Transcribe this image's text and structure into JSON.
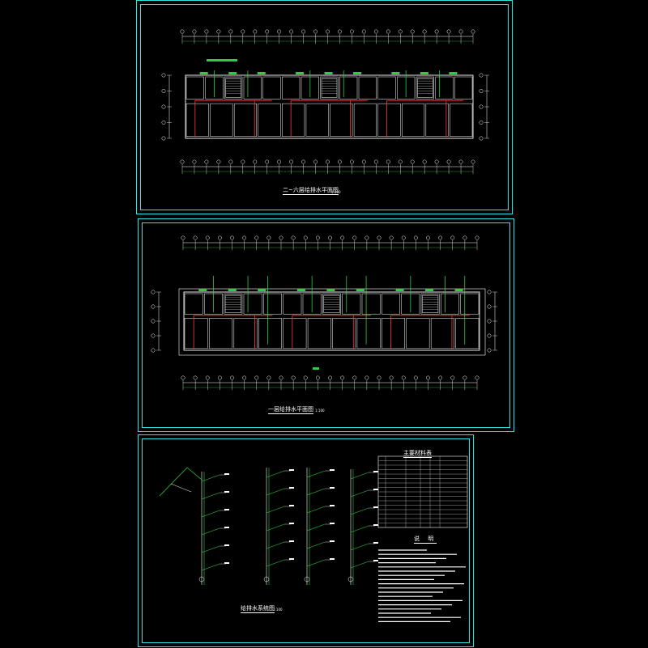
{
  "sheets": [
    {
      "title": "二~六层给排水平面图",
      "scale": "1:100"
    },
    {
      "title": "一层给排水平面图",
      "scale": "1:100"
    },
    {
      "title": "给排水系统图",
      "scale": "1:100"
    }
  ],
  "materials": {
    "title": "主要材料表"
  },
  "notes": {
    "title": "说 明"
  },
  "colors": {
    "frame": "#2ee6e6",
    "wall": "#ffffff",
    "supply": "#2ecc40",
    "drain": "#ff3b3b",
    "axis": "#00c0ff"
  }
}
